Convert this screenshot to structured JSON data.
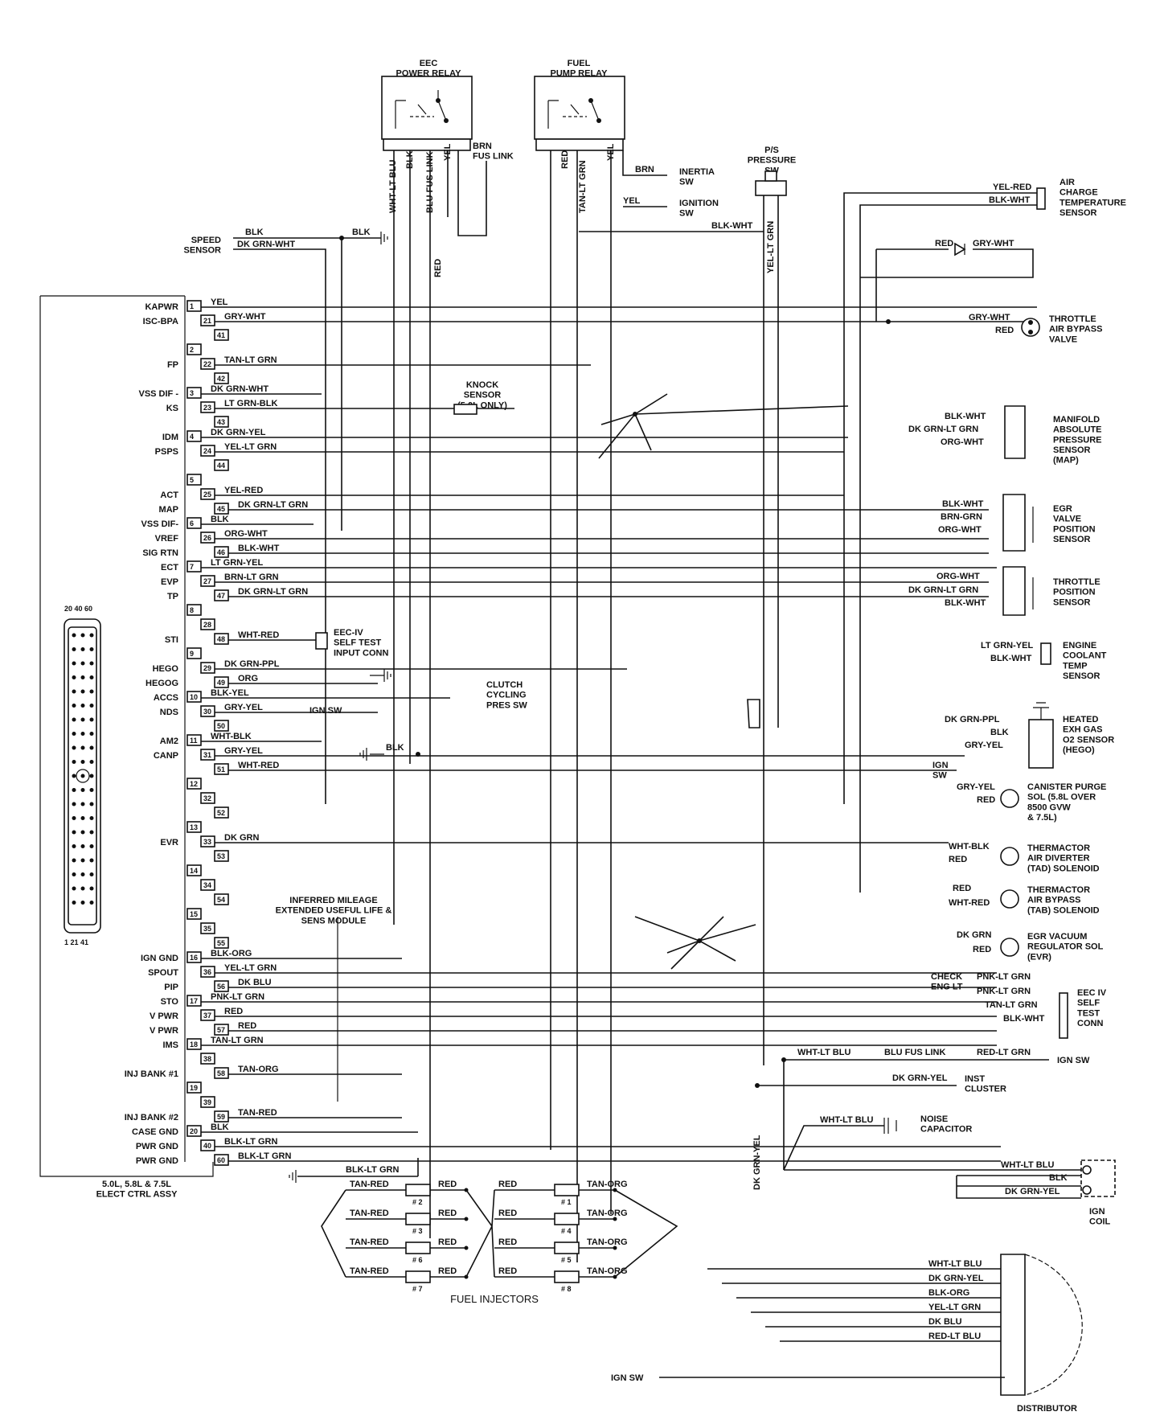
{
  "relays": {
    "eec": "EEC\nPOWER RELAY",
    "fuel": "FUEL\nPUMP RELAY",
    "eec_wires": [
      "WHT-LT BLU",
      "BLK",
      "BLU FUS LINK",
      "YEL"
    ],
    "fuel_wires": [
      "RED",
      "TAN-LT GRN",
      "YEL"
    ],
    "brn_fus_link": "BRN\nFUS LINK",
    "red_vertical": "RED",
    "inertia_sw": "INERTIA\nSW",
    "brn": "BRN",
    "ignition_sw": "IGNITION\nSW",
    "yel": "YEL"
  },
  "ps_sensor": {
    "label": "P/S\nPRESSURE\nSW",
    "wire": "YEL-LT GRN",
    "blk_wht": "BLK-WHT"
  },
  "speed_sensor": {
    "label": "SPEED\nSENSOR",
    "w1": "BLK",
    "w2": "DK GRN-WHT",
    "w3": "BLK"
  },
  "ecu_pins": [
    {
      "n": "1",
      "label": "KAPWR",
      "wire": "YEL"
    },
    {
      "n": "21",
      "label": "ISC-BPA",
      "wire": "GRY-WHT"
    },
    {
      "n": "41",
      "label": "",
      "wire": ""
    },
    {
      "n": "2",
      "label": "",
      "wire": ""
    },
    {
      "n": "22",
      "label": "FP",
      "wire": "TAN-LT GRN"
    },
    {
      "n": "42",
      "label": "",
      "wire": ""
    },
    {
      "n": "3",
      "label": "VSS DIF -",
      "wire": "DK GRN-WHT"
    },
    {
      "n": "23",
      "label": "KS",
      "wire": "LT GRN-BLK"
    },
    {
      "n": "43",
      "label": "",
      "wire": ""
    },
    {
      "n": "4",
      "label": "IDM",
      "wire": "DK GRN-YEL"
    },
    {
      "n": "24",
      "label": "PSPS",
      "wire": "YEL-LT GRN"
    },
    {
      "n": "44",
      "label": "",
      "wire": ""
    },
    {
      "n": "5",
      "label": "",
      "wire": ""
    },
    {
      "n": "25",
      "label": "ACT",
      "wire": "YEL-RED"
    },
    {
      "n": "45",
      "label": "MAP",
      "wire": "DK GRN-LT GRN"
    },
    {
      "n": "6",
      "label": "VSS DIF-",
      "wire": "BLK"
    },
    {
      "n": "26",
      "label": "VREF",
      "wire": "ORG-WHT"
    },
    {
      "n": "46",
      "label": "SIG RTN",
      "wire": "BLK-WHT"
    },
    {
      "n": "7",
      "label": "ECT",
      "wire": "LT GRN-YEL"
    },
    {
      "n": "27",
      "label": "EVP",
      "wire": "BRN-LT GRN"
    },
    {
      "n": "47",
      "label": "TP",
      "wire": "DK GRN-LT GRN"
    },
    {
      "n": "8",
      "label": "",
      "wire": ""
    },
    {
      "n": "28",
      "label": "",
      "wire": ""
    },
    {
      "n": "48",
      "label": "STI",
      "wire": "WHT-RED"
    },
    {
      "n": "9",
      "label": "",
      "wire": ""
    },
    {
      "n": "29",
      "label": "HEGO",
      "wire": "DK GRN-PPL"
    },
    {
      "n": "49",
      "label": "HEGOG",
      "wire": "ORG"
    },
    {
      "n": "10",
      "label": "ACCS",
      "wire": "BLK-YEL"
    },
    {
      "n": "30",
      "label": "NDS",
      "wire": "GRY-YEL"
    },
    {
      "n": "50",
      "label": "",
      "wire": ""
    },
    {
      "n": "11",
      "label": "AM2",
      "wire": "WHT-BLK"
    },
    {
      "n": "31",
      "label": "CANP",
      "wire": "GRY-YEL"
    },
    {
      "n": "51",
      "label": "",
      "wire": "WHT-RED"
    },
    {
      "n": "12",
      "label": "",
      "wire": ""
    },
    {
      "n": "32",
      "label": "",
      "wire": ""
    },
    {
      "n": "52",
      "label": "",
      "wire": ""
    },
    {
      "n": "13",
      "label": "",
      "wire": ""
    },
    {
      "n": "33",
      "label": "EVR",
      "wire": "DK GRN"
    },
    {
      "n": "53",
      "label": "",
      "wire": ""
    },
    {
      "n": "14",
      "label": "",
      "wire": ""
    },
    {
      "n": "34",
      "label": "",
      "wire": ""
    },
    {
      "n": "54",
      "label": "",
      "wire": ""
    },
    {
      "n": "15",
      "label": "",
      "wire": ""
    },
    {
      "n": "35",
      "label": "",
      "wire": ""
    },
    {
      "n": "55",
      "label": "",
      "wire": ""
    },
    {
      "n": "16",
      "label": "IGN GND",
      "wire": "BLK-ORG"
    },
    {
      "n": "36",
      "label": "SPOUT",
      "wire": "YEL-LT GRN"
    },
    {
      "n": "56",
      "label": "PIP",
      "wire": "DK BLU"
    },
    {
      "n": "17",
      "label": "STO",
      "wire": "PNK-LT GRN"
    },
    {
      "n": "37",
      "label": "V PWR",
      "wire": "RED"
    },
    {
      "n": "57",
      "label": "V PWR",
      "wire": "RED"
    },
    {
      "n": "18",
      "label": "IMS",
      "wire": "TAN-LT GRN"
    },
    {
      "n": "38",
      "label": "",
      "wire": ""
    },
    {
      "n": "58",
      "label": "INJ BANK #1",
      "wire": "TAN-ORG"
    },
    {
      "n": "19",
      "label": "",
      "wire": ""
    },
    {
      "n": "39",
      "label": "",
      "wire": ""
    },
    {
      "n": "59",
      "label": "INJ BANK #2",
      "wire": "TAN-RED"
    },
    {
      "n": "20",
      "label": "CASE GND",
      "wire": "BLK"
    },
    {
      "n": "40",
      "label": "PWR GND",
      "wire": "BLK-LT GRN"
    },
    {
      "n": "60",
      "label": "PWR GND",
      "wire": "BLK-LT GRN"
    }
  ],
  "ecu_box_label": "5.0L, 5.8L & 7.5L\nELECT CTRL ASSY",
  "connector_pins": {
    "top": [
      "20",
      "40",
      "60"
    ],
    "bottom": [
      "1",
      "21",
      "41"
    ]
  },
  "knock_sensor": "KNOCK\nSENSOR\n(5.0L ONLY)",
  "self_test_input": "EEC-IV\nSELF TEST\nINPUT CONN",
  "clutch_sw": "CLUTCH\nCYCLING\nPRES SW",
  "ign_sw_30": "IGN SW",
  "blk_31": "BLK",
  "inferred_mileage": "INFERRED MILEAGE\nEXTENDED USEFUL LIFE &\nSENS MODULE",
  "right": {
    "act": {
      "label": "AIR\nCHARGE\nTEMPERATURE\nSENSOR",
      "w1": "YEL-RED",
      "w2": "BLK-WHT"
    },
    "diode": {
      "w1": "RED",
      "w2": "GRY-WHT"
    },
    "throttle_bypass": {
      "label": "THROTTLE\nAIR BYPASS\nVALVE",
      "w1": "GRY-WHT",
      "w2": "RED"
    },
    "map": {
      "label": "MANIFOLD\nABSOLUTE\nPRESSURE\nSENSOR\n(MAP)",
      "w1": "BLK-WHT",
      "w2": "DK GRN-LT GRN",
      "w3": "ORG-WHT"
    },
    "egr": {
      "label": "EGR\nVALVE\nPOSITION\nSENSOR",
      "w1": "BLK-WHT",
      "w2": "BRN-GRN",
      "w3": "ORG-WHT"
    },
    "tps": {
      "label": "THROTTLE\nPOSITION\nSENSOR",
      "w1": "ORG-WHT",
      "w2": "DK GRN-LT GRN",
      "w3": "BLK-WHT"
    },
    "ect": {
      "label": "ENGINE\nCOOLANT\nTEMP\nSENSOR",
      "w1": "LT GRN-YEL",
      "w2": "BLK-WHT"
    },
    "hego": {
      "label": "HEATED\nEXH GAS\nO2 SENSOR\n(HEGO)",
      "w1": "DK GRN-PPL",
      "w2": "BLK",
      "w3": "GRY-YEL",
      "ign": "IGN\nSW"
    },
    "canister": {
      "label": "CANISTER PURGE\nSOL (5.8L OVER\n8500 GVW\n& 7.5L)",
      "w1": "GRY-YEL",
      "w2": "RED"
    },
    "tad": {
      "label": "THERMACTOR\nAIR DIVERTER\n(TAD) SOLENOID",
      "w1": "WHT-BLK",
      "w2": "RED"
    },
    "tab": {
      "label": "THERMACTOR\nAIR BYPASS\n(TAB) SOLENOID",
      "w1": "RED",
      "w2": "WHT-RED"
    },
    "evr": {
      "label": "EGR VACUUM\nREGULATOR SOL\n(EVR)",
      "w1": "DK GRN",
      "w2": "RED"
    },
    "self_test": {
      "label": "EEC IV\nSELF\nTEST\nCONN",
      "check": "CHECK\nENG LT",
      "w1": "PNK-LT GRN",
      "w2": "PNK-LT GRN",
      "w3": "TAN-LT GRN",
      "w4": "BLK-WHT"
    },
    "power": {
      "w1": "WHT-LT BLU",
      "w2": "BLU FUS LINK",
      "w3": "RED-LT GRN",
      "ign": "IGN SW"
    },
    "inst": {
      "label": "INST\nCLUSTER",
      "w1": "DK GRN-YEL"
    },
    "noise": {
      "label": "NOISE\nCAPACITOR",
      "w1": "WHT-LT BLU"
    },
    "dk_grn_yel_vert": "DK GRN-YEL",
    "ign_coil": {
      "label": "IGN\nCOIL",
      "w1": "WHT-LT BLU",
      "w2": "BLK",
      "w3": "DK GRN-YEL"
    },
    "distributor": {
      "label": "DISTRIBUTOR",
      "wires": [
        "WHT-LT BLU",
        "DK GRN-YEL",
        "BLK-ORG",
        "YEL-LT GRN",
        "DK BLU",
        "RED-LT BLU"
      ],
      "ign": "IGN SW"
    }
  },
  "injectors": {
    "title": "FUEL INJECTORS",
    "left": [
      {
        "num": "# 2",
        "in": "TAN-RED",
        "out": "RED"
      },
      {
        "num": "# 3",
        "in": "TAN-RED",
        "out": "RED"
      },
      {
        "num": "# 6",
        "in": "TAN-RED",
        "out": "RED"
      },
      {
        "num": "# 7",
        "in": "TAN-RED",
        "out": "RED"
      }
    ],
    "right": [
      {
        "num": "# 1",
        "in": "RED",
        "out": "TAN-ORG"
      },
      {
        "num": "# 4",
        "in": "RED",
        "out": "TAN-ORG"
      },
      {
        "num": "# 5",
        "in": "RED",
        "out": "TAN-ORG"
      },
      {
        "num": "# 8",
        "in": "RED",
        "out": "TAN-ORG"
      }
    ],
    "gnd_wire": "BLK-LT GRN"
  }
}
